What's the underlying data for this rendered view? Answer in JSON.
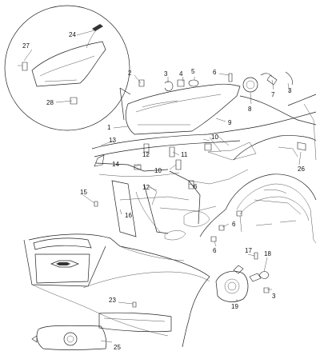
{
  "diagram": {
    "colors": {
      "line": "#222222",
      "thin": "#555555",
      "label": "#111111",
      "shade": "#e6e6e6"
    },
    "callouts": [
      "1",
      "2",
      "3",
      "4",
      "5",
      "6",
      "7",
      "8",
      "9",
      "10",
      "11",
      "12",
      "13",
      "14",
      "15",
      "16",
      "17",
      "18",
      "19",
      "23",
      "24",
      "25",
      "26",
      "27",
      "28"
    ]
  }
}
